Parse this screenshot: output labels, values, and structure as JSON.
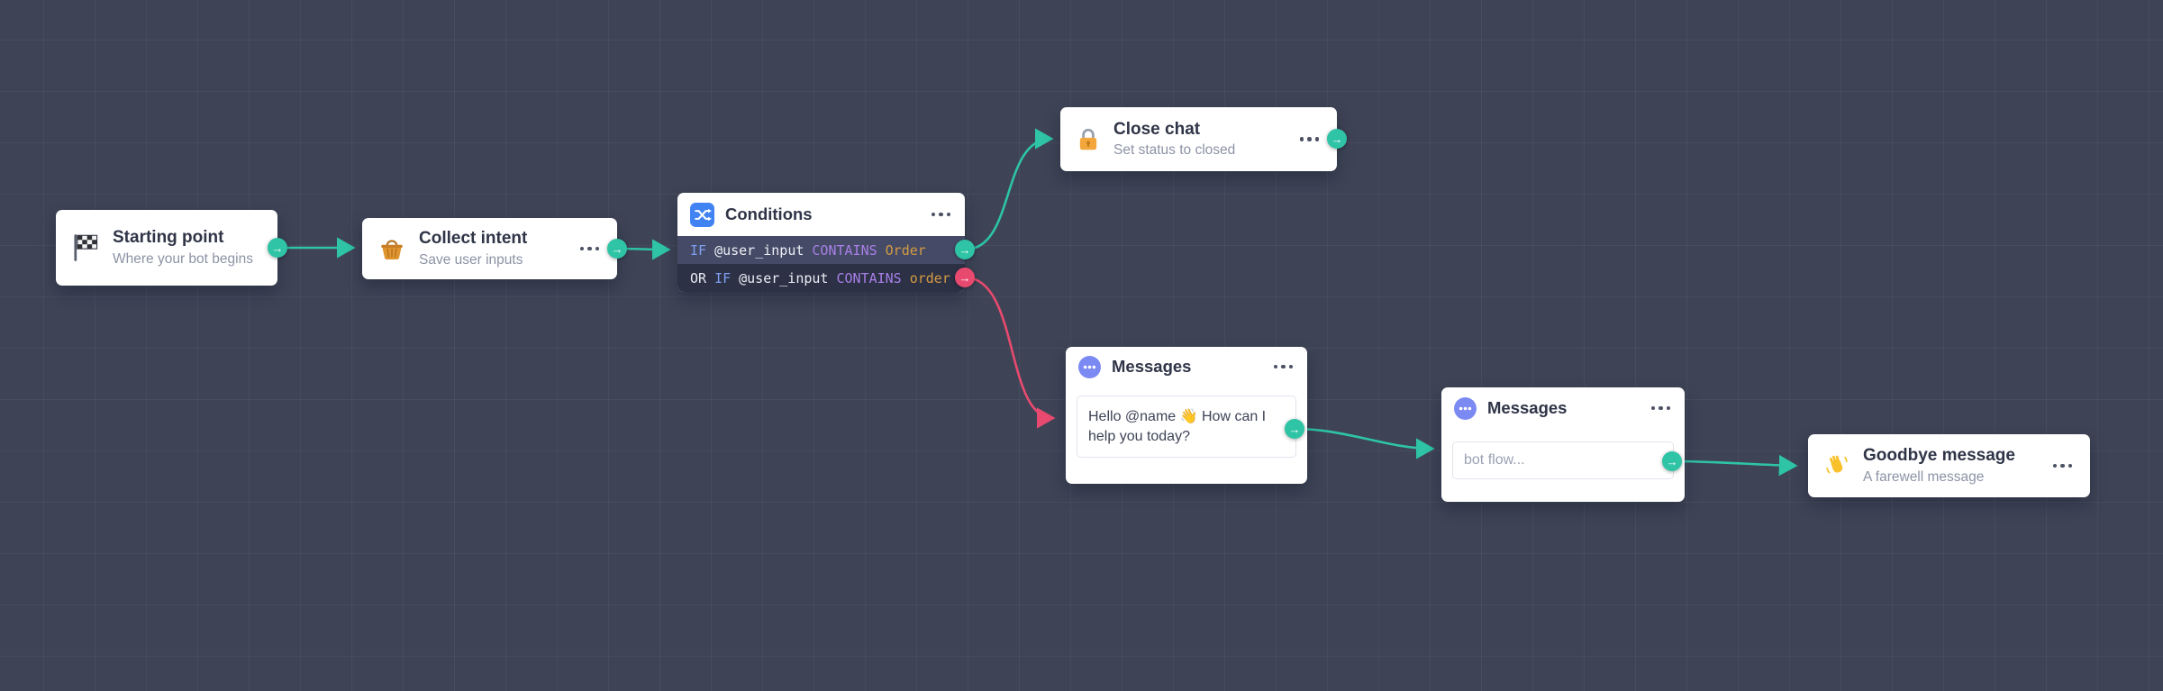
{
  "canvas": {
    "background_color": "#3e4456",
    "grid_color": "rgba(255,255,255,0.045)"
  },
  "colors": {
    "connector_teal": "#2ec4a5",
    "connector_red": "#e84a6f",
    "node_background": "#ffffff",
    "title_text": "#2f3447",
    "subtitle_text": "#8d93a5",
    "code_background": "#2c3145",
    "code_row_highlight": "#454b66",
    "code_keyword": "#7d9ef0",
    "code_operator": "#a97fe8",
    "code_value": "#d49a43",
    "conditions_icon_blue": "#4283f4",
    "messages_icon_blue": "#7b8af3"
  },
  "icons": {
    "starting_point": "checkered-flag",
    "collect_intent": "basket",
    "conditions": "shuffle-arrows",
    "close_chat": "lock",
    "messages": "chat-typing-dots",
    "goodbye": "waving-hand",
    "menu": "kebab-horizontal",
    "port": "arrow-right"
  },
  "ports": {
    "arrow_glyph": "→"
  },
  "nodes": {
    "starting_point": {
      "title": "Starting point",
      "subtitle": "Where your bot begins"
    },
    "collect_intent": {
      "title": "Collect intent",
      "subtitle": "Save user inputs"
    },
    "conditions": {
      "title": "Conditions",
      "rows": [
        {
          "or": "",
          "if": "IF",
          "variable": "@user_input",
          "operator": "CONTAINS",
          "value": "Order"
        },
        {
          "or": "OR",
          "if": "IF",
          "variable": "@user_input",
          "operator": "CONTAINS",
          "value": "order"
        }
      ]
    },
    "close_chat": {
      "title": "Close chat",
      "subtitle": "Set status to closed"
    },
    "messages_1": {
      "title": "Messages",
      "message": "Hello @name 👋 How can I help you today?"
    },
    "messages_2": {
      "title": "Messages",
      "placeholder": "bot flow..."
    },
    "goodbye": {
      "title": "Goodbye message",
      "subtitle": "A farewell message"
    }
  }
}
